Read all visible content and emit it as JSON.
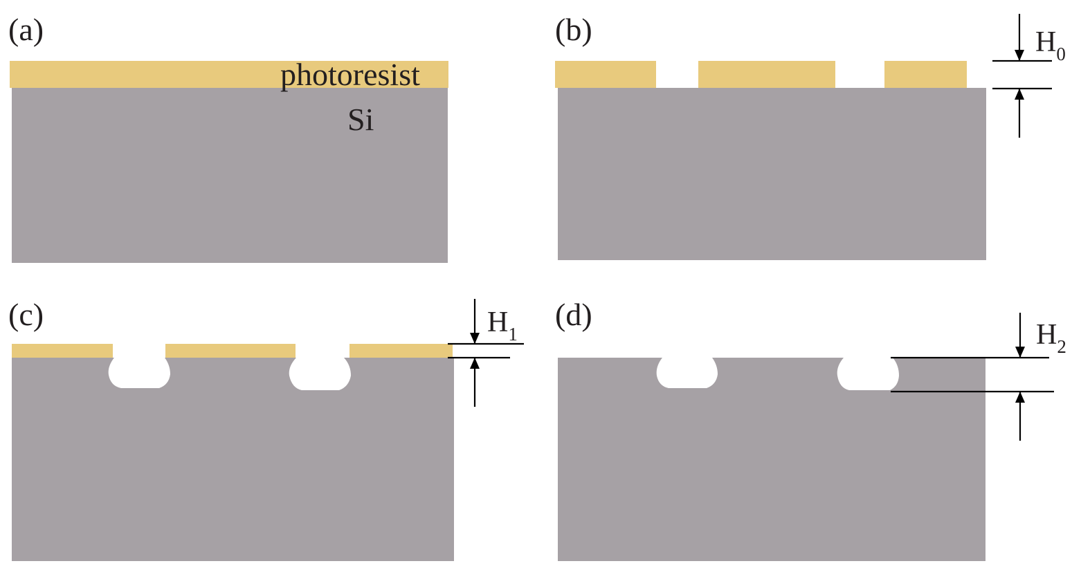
{
  "panels": {
    "a": {
      "label": "(a)",
      "photoresist_label": "photoresist",
      "si_label": "Si"
    },
    "b": {
      "label": "(b)",
      "dim_main": "H",
      "dim_sub": "0"
    },
    "c": {
      "label": "(c)",
      "dim_main": "H",
      "dim_sub": "1"
    },
    "d": {
      "label": "(d)",
      "dim_main": "H",
      "dim_sub": "2"
    }
  },
  "colors": {
    "silicon": "#a6a1a5",
    "photoresist": "#e8ca7d",
    "background": "#ffffff",
    "line": "#000000",
    "text": "#231f20"
  }
}
